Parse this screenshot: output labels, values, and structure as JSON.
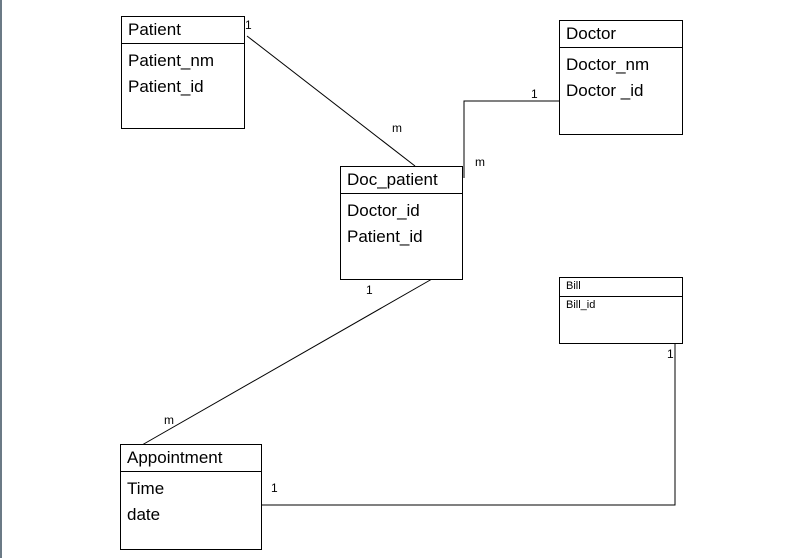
{
  "entities": {
    "patient": {
      "name": "Patient",
      "attributes": [
        "Patient_nm",
        "Patient_id"
      ]
    },
    "doctor": {
      "name": "Doctor",
      "attributes": [
        "Doctor_nm",
        "Doctor _id"
      ]
    },
    "doc_patient": {
      "name": "Doc_patient",
      "attributes": [
        "Doctor_id",
        "Patient_id"
      ]
    },
    "bill": {
      "name": "Bill",
      "attributes": [
        "Bill_id"
      ]
    },
    "appointment": {
      "name": "Appointment",
      "attributes": [
        "Time",
        "date"
      ]
    }
  },
  "cardinalities": {
    "patient_end": "1",
    "docpatient_patient_end": "m",
    "doctor_end": "1",
    "docpatient_doctor_end": "m",
    "docpatient_appointment_end": "1",
    "appointment_docpatient_end": "m",
    "bill_end": "1",
    "appointment_bill_end": "1"
  }
}
